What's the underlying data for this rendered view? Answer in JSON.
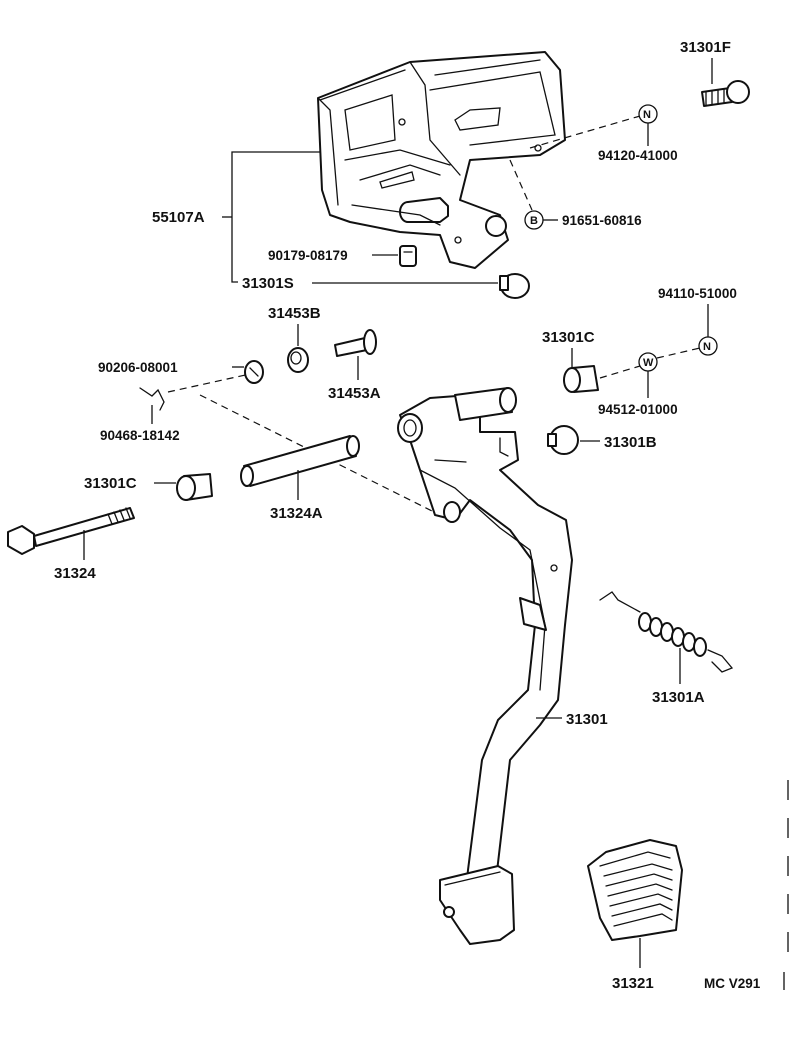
{
  "labels": {
    "p31301F": "31301F",
    "p94120": "94120-41000",
    "p55107A": "55107A",
    "p91651": "91651-60816",
    "p90179": "90179-08179",
    "p31301S": "31301S",
    "p31453B": "31453B",
    "p94110": "94110-51000",
    "p90206": "90206-08001",
    "p31453A": "31453A",
    "p31301C_right": "31301C",
    "p94512": "94512-01000",
    "p90468": "90468-18142",
    "p31301B": "31301B",
    "p31301C_left": "31301C",
    "p31324A": "31324A",
    "p31324": "31324",
    "p31301A": "31301A",
    "p31301": "31301",
    "p31321": "31321",
    "footer_code": "MC V291"
  },
  "markers": {
    "n1": "N",
    "b1": "B",
    "n2": "N",
    "w1": "W"
  }
}
